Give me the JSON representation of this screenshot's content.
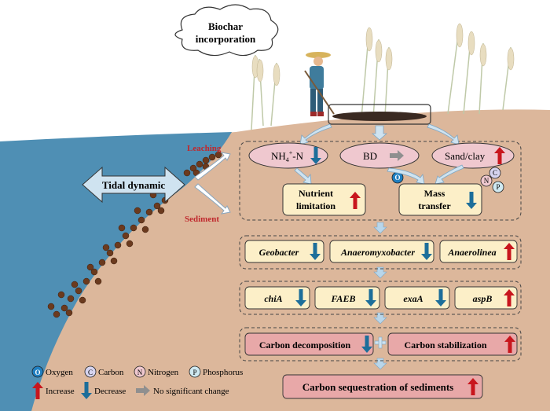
{
  "colors": {
    "water": "#4f8fb4",
    "soil": "#dcb79b",
    "pink_box": "#e8a8a8",
    "cream_box": "#fcefc8",
    "ellipse": "#efc8cf",
    "arrow_blue": "#b9d6ea",
    "up_arrow": "#c8161d",
    "down_arrow": "#1d6e9a",
    "neutral_arrow": "#8f8f8f",
    "label_red": "#c0282d",
    "biochar_dark": "#3a2a22"
  },
  "cloud": {
    "line1": "Biochar",
    "line2": "incorporation"
  },
  "tidal": {
    "label": "Tidal dynamic",
    "leaching": "Leaching",
    "sediment": "Sediment"
  },
  "factors": {
    "nh4_main": "NH",
    "nh4_sup": "4",
    "nh4_supsign": "+",
    "nh4_tail": "-N",
    "nh4_change": "decrease",
    "bd": "BD",
    "bd_change": "no-change",
    "sandclay": "Sand/clay",
    "sandclay_change": "increase"
  },
  "effects": {
    "nutrient_line1": "Nutrient",
    "nutrient_line2": "limitation",
    "nutrient_change": "increase",
    "mass_line1": "Mass",
    "mass_line2": "transfer",
    "mass_change": "decrease"
  },
  "element_circles": {
    "o": "O",
    "c": "C",
    "n": "N",
    "p": "P"
  },
  "microbes": [
    {
      "name": "Geobacter",
      "change": "decrease"
    },
    {
      "name": "Anaeromyxobacter",
      "change": "decrease"
    },
    {
      "name": "Anaerolinea",
      "change": "increase"
    }
  ],
  "genes": [
    {
      "name": "chiA",
      "change": "decrease"
    },
    {
      "name": "FAEB",
      "change": "decrease"
    },
    {
      "name": "exaA",
      "change": "decrease"
    },
    {
      "name": "aspB",
      "change": "increase"
    }
  ],
  "processes": {
    "decomposition": "Carbon decomposition",
    "decomposition_change": "decrease",
    "stabilization": "Carbon stabilization",
    "stabilization_change": "increase"
  },
  "final": {
    "label": "Carbon sequestration of sediments",
    "change": "increase"
  },
  "legend": {
    "o_letter": "O",
    "o_label": "Oxygen",
    "c_letter": "C",
    "c_label": "Carbon",
    "n_letter": "N",
    "n_label": "Nitrogen",
    "p_letter": "P",
    "p_label": "Phosphorus",
    "increase": "Increase",
    "decrease": "Decrease",
    "no_change": "No significant change"
  }
}
